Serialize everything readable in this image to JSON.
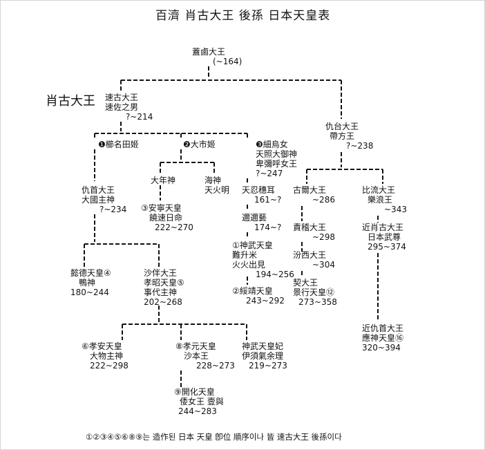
{
  "title": "百濟 肖古大王 後孫 日本天皇表",
  "sogo_label": "肖古大王",
  "nodes": {
    "gaero": [
      "蓋鹵大王",
      "(~164)"
    ],
    "sokgo": [
      "速古大王",
      "速佐之男",
      "?~214"
    ],
    "gudae": [
      "仇台大王",
      "帶方王",
      "?~238"
    ],
    "wife1": [
      "❶櫛名田姬"
    ],
    "wife2": [
      "❷大市姬"
    ],
    "wife3": [
      "❸細烏女",
      "天照大御神",
      "卑彌呼女王",
      "?~247"
    ],
    "gusu": [
      "仇首大王",
      "大國主神",
      "?~234"
    ],
    "daenyeon": [
      "大年神"
    ],
    "haesin": [
      "海神",
      "天火明"
    ],
    "annyeong": [
      "③安寧天皇",
      "饒速日命",
      "222~270"
    ],
    "ninigi": [
      "天忍穗耳",
      "161~?"
    ],
    "niniq2": [
      "邇邇藝",
      "174~?"
    ],
    "jinmu": [
      "①神武天皇",
      "難升米",
      "火火出見",
      "194~256"
    ],
    "suizei": [
      "②綏靖天皇",
      "243~292"
    ],
    "itoku": [
      "懿德天皇④",
      "鴨神",
      "180~244"
    ],
    "saban": [
      "沙伴大王",
      "孝昭天皇⑤",
      "事代主神",
      "202~268"
    ],
    "koan": [
      "⑥孝安天皇",
      "大物主神",
      "222~298"
    ],
    "korei": [
      "⑧孝元天皇",
      "沙本王",
      "228~273"
    ],
    "jinmuhi": [
      "神武天皇妃",
      "伊須氣余理",
      "219~273"
    ],
    "kaika": [
      "⑨開化天皇",
      "倭女王 壹與",
      "244~283"
    ],
    "goi": [
      "古爾大王",
      "~286"
    ],
    "gyegye": [
      "責稽大王",
      "~298"
    ],
    "bunseo": [
      "汾西大王",
      "~304"
    ],
    "keiko": [
      "契大王",
      "景行天皇⑫",
      "273~358"
    ],
    "biryu": [
      "比流大王",
      "樂浪王",
      "~343"
    ],
    "geunchogo": [
      "近肖古大王",
      "日本武尊",
      "295~374"
    ],
    "ojin": [
      "近仇首大王",
      "應神天皇⑯",
      "320~394"
    ]
  },
  "footnote": "①②③④⑤⑥⑧⑨는 造作된 日本 天皇 卽位 順序이나 皆 速古大王 後孫이다"
}
